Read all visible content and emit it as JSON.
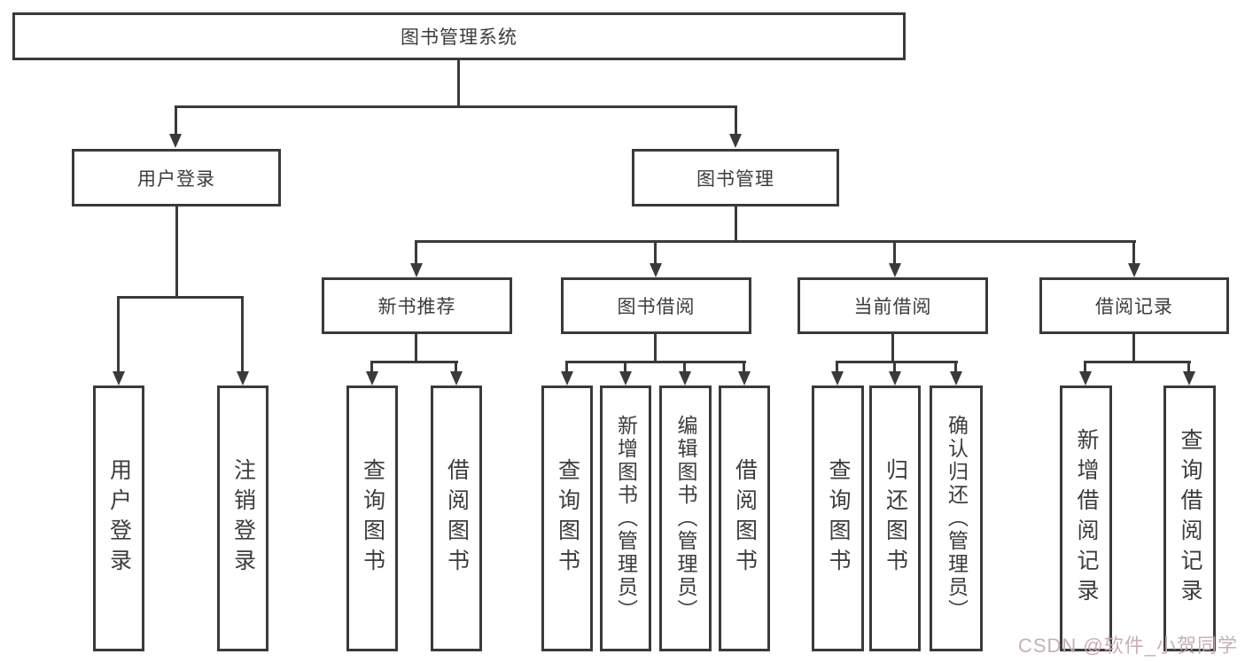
{
  "diagram": {
    "root": {
      "label": "图书管理系统"
    },
    "level2": [
      {
        "label": "用户登录"
      },
      {
        "label": "图书管理"
      }
    ],
    "level3": [
      {
        "label": "新书推荐"
      },
      {
        "label": "图书借阅"
      },
      {
        "label": "当前借阅"
      },
      {
        "label": "借阅记录"
      }
    ],
    "leaves": {
      "login": [
        "用户登录",
        "注销登录"
      ],
      "newbook": [
        "查询图书",
        "借阅图书"
      ],
      "borrow": [
        "查询图书",
        "新增图书（管理员）",
        "编辑图书（管理员）",
        "借阅图书"
      ],
      "current": [
        "查询图书",
        "归还图书",
        "确认归还（管理员）"
      ],
      "records": [
        "新增借阅记录",
        "查询借阅记录"
      ]
    }
  },
  "watermark": {
    "text": "CSDN @软件_小贺同学"
  },
  "colors": {
    "line": "#3a3a3a",
    "watermark": "#c6aab2",
    "background": "#ffffff"
  }
}
